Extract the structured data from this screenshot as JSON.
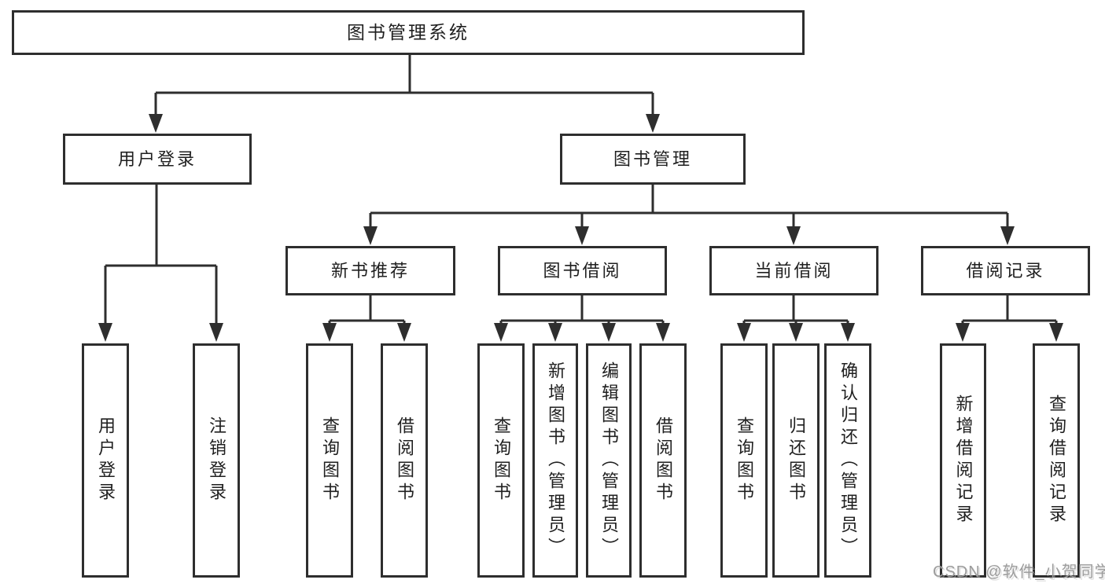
{
  "watermark": "CSDN @软件_小贺同学",
  "colors": {
    "line": "#2e2e2e",
    "text": "#1f1f1f",
    "box_background": "#ffffff",
    "watermark": "#9c9c9c"
  },
  "tree": {
    "root": "图书管理系统",
    "level1": [
      {
        "label": "用户登录",
        "children": [
          "用户登录",
          "注销登录"
        ]
      },
      {
        "label": "图书管理",
        "sections": [
          {
            "label": "新书推荐",
            "children": [
              "查询图书",
              "借阅图书"
            ]
          },
          {
            "label": "图书借阅",
            "children": [
              "查询图书",
              "新增图书（管理员）",
              "编辑图书（管理员）",
              "借阅图书"
            ]
          },
          {
            "label": "当前借阅",
            "children": [
              "查询图书",
              "归还图书",
              "确认归还（管理员）"
            ]
          },
          {
            "label": "借阅记录",
            "children": [
              "新增借阅记录",
              "查询借阅记录"
            ]
          }
        ]
      }
    ]
  }
}
